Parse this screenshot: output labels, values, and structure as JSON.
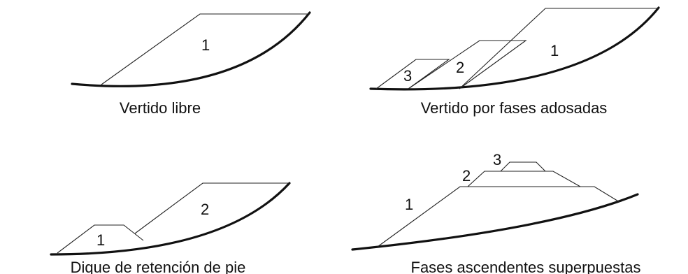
{
  "panels": {
    "free_dump": {
      "caption": "Vertido libre",
      "phase_labels": [
        "1"
      ]
    },
    "attached_phases": {
      "caption": "Vertido por fases adosadas",
      "phase_labels": [
        "3",
        "2",
        "1"
      ]
    },
    "toe_dike": {
      "caption": "Dique de retención de pie",
      "phase_labels": [
        "1",
        "2"
      ]
    },
    "stacked_phases": {
      "caption": "Fases ascendentes superpuestas",
      "phase_labels": [
        "1",
        "2",
        "3"
      ]
    }
  },
  "colors": {
    "ground": "#111111",
    "outline": "#222222",
    "text": "#111111"
  }
}
